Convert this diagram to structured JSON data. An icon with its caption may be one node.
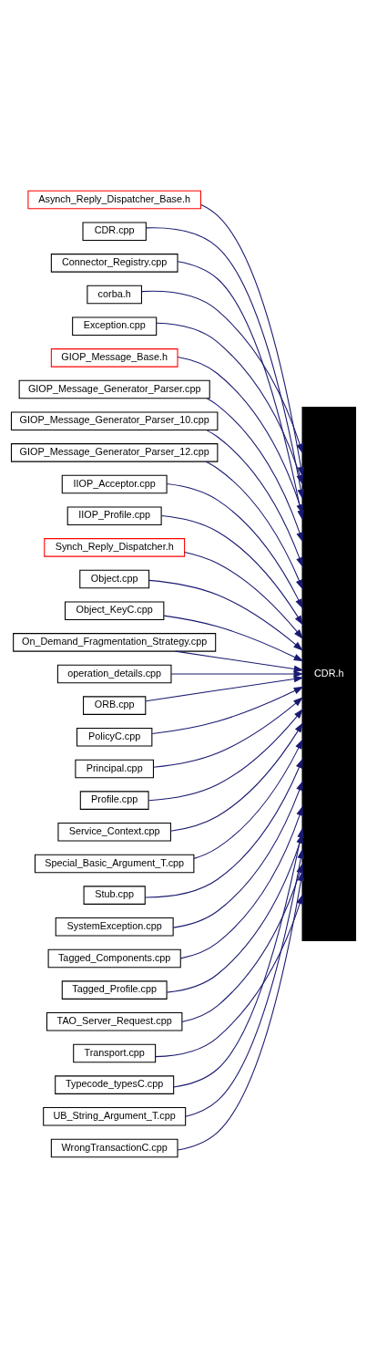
{
  "diagram": {
    "nodes": [
      {
        "text": [
          "Asynch_Reply_Dispatcher_Base.h"
        ]
      },
      {
        "text": [
          "CDR.cpp"
        ]
      },
      {
        "text": [
          "Connector_Registry.cpp"
        ]
      },
      {
        "text": [
          "corba.h"
        ]
      },
      {
        "text": [
          "Exception.cpp"
        ]
      },
      {
        "text": [
          "GIOP_Message_Base.h"
        ]
      },
      {
        "text": [
          "GIOP_Message_Generator_Parser.cpp"
        ]
      },
      {
        "text": [
          "GIOP_Message_Generator_Parser_10.cpp"
        ]
      },
      {
        "text": [
          "GIOP_Message_Generator_Parser_12.cpp"
        ]
      },
      {
        "text": [
          "IIOP_Acceptor.cpp"
        ]
      },
      {
        "text": [
          "IIOP_Profile.cpp"
        ]
      },
      {
        "text": [
          "Synch_Reply_Dispatcher.h"
        ]
      },
      {
        "text": [
          "Object.cpp"
        ]
      },
      {
        "text": [
          "Object_KeyC.cpp"
        ]
      },
      {
        "text": [
          "On_Demand_Fragmentation_Strategy.cpp"
        ]
      },
      {
        "text": [
          "operation_details.cpp"
        ]
      },
      {
        "text": [
          "ORB.cpp"
        ]
      },
      {
        "text": [
          "PolicyC.cpp"
        ]
      },
      {
        "text": [
          "Principal.cpp"
        ]
      },
      {
        "text": [
          "Profile.cpp"
        ]
      },
      {
        "text": [
          "Service_Context.cpp"
        ]
      },
      {
        "text": [
          "Special_Basic_Argument_T.cpp"
        ]
      },
      {
        "text": [
          "Stub.cpp"
        ]
      },
      {
        "text": [
          "SystemException.cpp"
        ]
      },
      {
        "text": [
          "Tagged_Components.cpp"
        ]
      },
      {
        "text": [
          "Tagged_Profile.cpp"
        ]
      },
      {
        "text": [
          "TAO_Server_Request.cpp"
        ]
      },
      {
        "text": [
          "Transport.cpp"
        ]
      },
      {
        "text": [
          "Typecode_typesC.cpp"
        ]
      },
      {
        "text": [
          "UB_String_Argument_T.cpp"
        ]
      },
      {
        "text": [
          "WrongTransactionC.cpp"
        ]
      },
      {
        "text": [
          "CDR.h"
        ]
      }
    ],
    "edges": [
      {
        "from": 0,
        "to": 31,
        "arrow": "to"
      },
      {
        "from": 1,
        "to": 31,
        "arrow": "to"
      },
      {
        "from": 2,
        "to": 31,
        "arrow": "to"
      },
      {
        "from": 3,
        "to": 31,
        "arrow": "to"
      },
      {
        "from": 4,
        "to": 31,
        "arrow": "to"
      },
      {
        "from": 5,
        "to": 31,
        "arrow": "to"
      },
      {
        "from": 6,
        "to": 31,
        "arrow": "to"
      },
      {
        "from": 7,
        "to": 31,
        "arrow": "to"
      },
      {
        "from": 8,
        "to": 31,
        "arrow": "to"
      },
      {
        "from": 9,
        "to": 31,
        "arrow": "to"
      },
      {
        "from": 10,
        "to": 31,
        "arrow": "to"
      },
      {
        "from": 11,
        "to": 31,
        "arrow": "to"
      },
      {
        "from": 12,
        "to": 31,
        "arrow": "to"
      },
      {
        "from": 13,
        "to": 31,
        "arrow": "to"
      },
      {
        "from": 14,
        "to": 31,
        "arrow": "to"
      },
      {
        "from": 15,
        "to": 31,
        "arrow": "to"
      },
      {
        "from": 16,
        "to": 31,
        "arrow": "to"
      },
      {
        "from": 17,
        "to": 31,
        "arrow": "to"
      },
      {
        "from": 18,
        "to": 31,
        "arrow": "to"
      },
      {
        "from": 19,
        "to": 31,
        "arrow": "to"
      },
      {
        "from": 20,
        "to": 31,
        "arrow": "to"
      },
      {
        "from": 21,
        "to": 31,
        "arrow": "to"
      },
      {
        "from": 22,
        "to": 31,
        "arrow": "to"
      },
      {
        "from": 23,
        "to": 31,
        "arrow": "to"
      },
      {
        "from": 24,
        "to": 31,
        "arrow": "to"
      },
      {
        "from": 25,
        "to": 31,
        "arrow": "to"
      },
      {
        "from": 26,
        "to": 31,
        "arrow": "to"
      },
      {
        "from": 27,
        "to": 31,
        "arrow": "to"
      },
      {
        "from": 28,
        "to": 31,
        "arrow": "to"
      },
      {
        "from": 29,
        "to": 31,
        "arrow": "to"
      },
      {
        "from": 30,
        "to": 31,
        "arrow": "to"
      }
    ]
  }
}
